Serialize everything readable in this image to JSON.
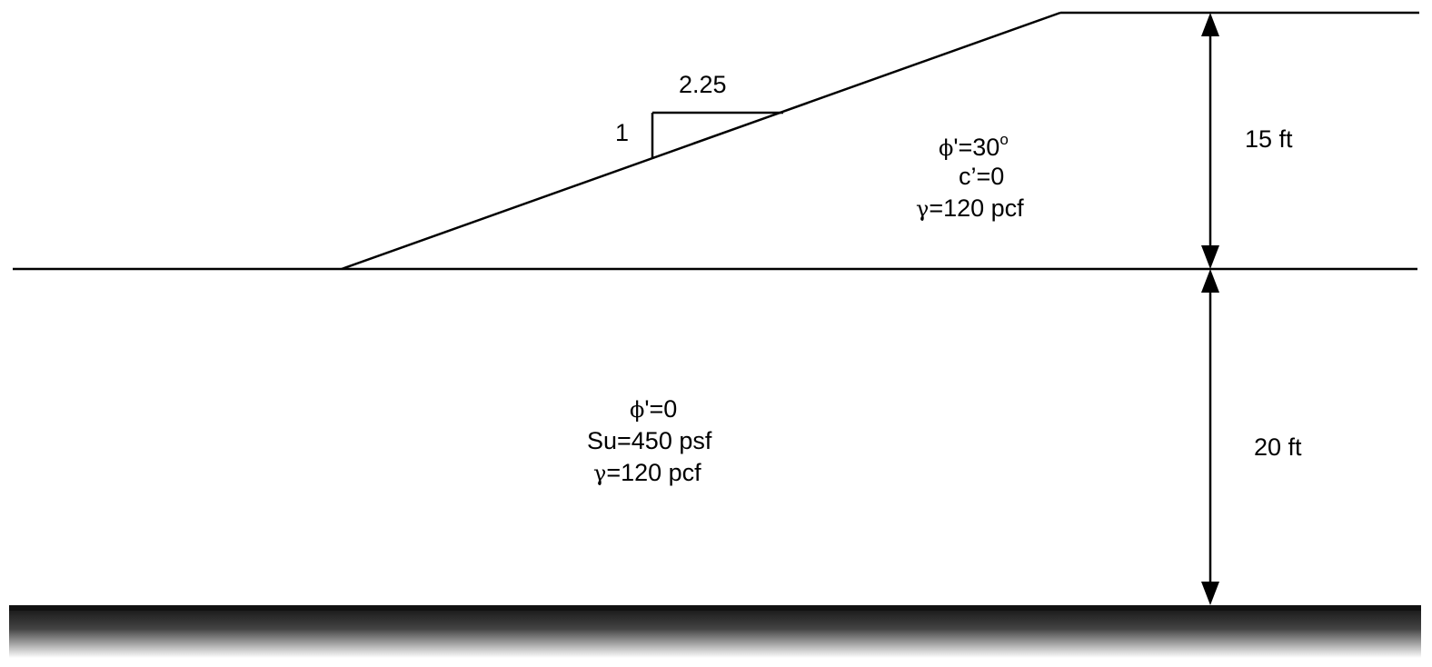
{
  "slope_ratio": {
    "horizontal": "2.25",
    "vertical": "1"
  },
  "embankment": {
    "phi_symbol": "ϕ",
    "phi_text": "'=30",
    "phi_degree": "o",
    "cohesion": "c’=0",
    "gamma_symbol": "γ",
    "gamma_text": "=120 pcf"
  },
  "foundation": {
    "phi_symbol": "ϕ",
    "phi_text": "'=0",
    "undrained_strength": "Su=450 psf",
    "gamma_symbol": "γ",
    "gamma_text": "=120 pcf"
  },
  "dimensions": {
    "embankment_height": "15 ft",
    "foundation_depth": "20 ft"
  },
  "colors": {
    "line": "#000000",
    "background": "#ffffff",
    "bedrock": "#111111"
  }
}
